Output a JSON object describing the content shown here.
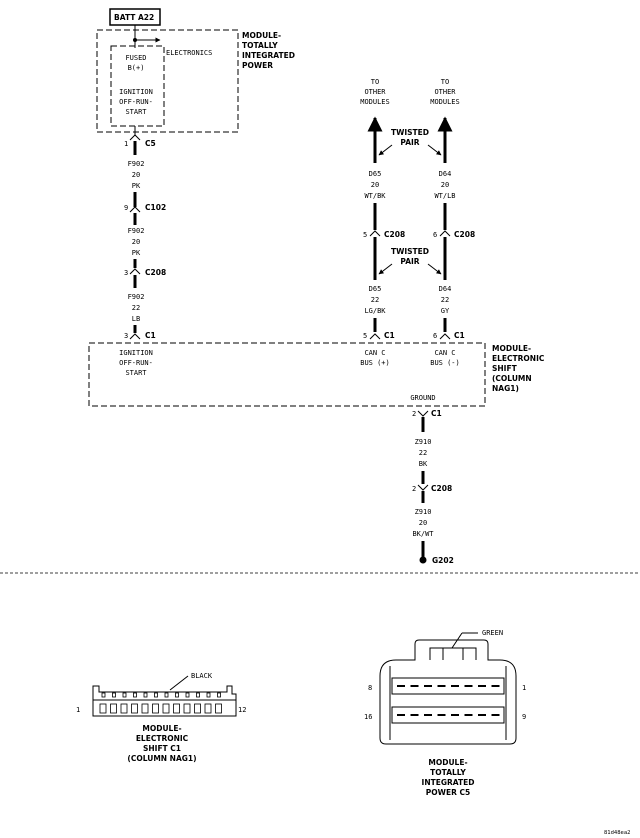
{
  "batt": "BATT A22",
  "tip": {
    "title_lines": [
      "MODULE-",
      "TOTALLY",
      "INTEGRATED",
      "POWER"
    ],
    "electronics": "ELECTRONICS",
    "fused_lines": [
      "FUSED",
      "B(+)"
    ],
    "ign_lines": [
      "IGNITION",
      "OFF-RUN-",
      "START"
    ],
    "c5_pin": "1",
    "c5": "C5"
  },
  "f902_a": [
    "F902",
    "20",
    "PK"
  ],
  "c102": {
    "pin": "9",
    "label": "C102"
  },
  "f902_b": [
    "F902",
    "20",
    "PK"
  ],
  "c208_a": {
    "pin": "3",
    "label": "C208"
  },
  "f902_c": [
    "F902",
    "22",
    "LB"
  ],
  "c1_ign": {
    "pin": "3",
    "label": "C1"
  },
  "to_other_left": [
    "TO",
    "OTHER",
    "MODULES"
  ],
  "to_other_right": [
    "TO",
    "OTHER",
    "MODULES"
  ],
  "twisted_pair_1": [
    "TWISTED",
    "PAIR"
  ],
  "twisted_pair_2": [
    "TWISTED",
    "PAIR"
  ],
  "d65_top": [
    "D65",
    "20",
    "WT/BK"
  ],
  "d64_top": [
    "D64",
    "20",
    "WT/LB"
  ],
  "c208_d65": {
    "pin": "5",
    "label": "C208"
  },
  "c208_d64": {
    "pin": "6",
    "label": "C208"
  },
  "d65_bot": [
    "D65",
    "22",
    "LG/BK"
  ],
  "d64_bot": [
    "D64",
    "22",
    "GY"
  ],
  "c1_d65": {
    "pin": "5",
    "label": "C1"
  },
  "c1_d64": {
    "pin": "6",
    "label": "C1"
  },
  "shift": {
    "title_lines": [
      "MODULE-",
      "ELECTRONIC",
      "SHIFT",
      "(COLUMN",
      "NAG1)"
    ],
    "ign_lines": [
      "IGNITION",
      "OFF-RUN-",
      "START"
    ],
    "canp_lines": [
      "CAN C",
      "BUS (+)"
    ],
    "canm_lines": [
      "CAN C",
      "BUS (-)"
    ],
    "ground": "GROUND"
  },
  "c1_gnd": {
    "pin": "2",
    "label": "C1"
  },
  "z910_a": [
    "Z910",
    "22",
    "BK"
  ],
  "c208_gnd": {
    "pin": "2",
    "label": "C208"
  },
  "z910_b": [
    "Z910",
    "20",
    "BK/WT"
  ],
  "g202": "G202",
  "conn_shift": {
    "black": "BLACK",
    "pin_left": "1",
    "pin_right": "12",
    "title_lines": [
      "MODULE-",
      "ELECTRONIC",
      "SHIFT C1",
      "(COLUMN NAG1)"
    ]
  },
  "conn_tip": {
    "green": "GREEN",
    "pin8": "8",
    "pin1": "1",
    "pin16": "16",
    "pin9": "9",
    "title_lines": [
      "MODULE-",
      "TOTALLY",
      "INTEGRATED",
      "POWER C5"
    ]
  },
  "ref": "81d48ea2"
}
